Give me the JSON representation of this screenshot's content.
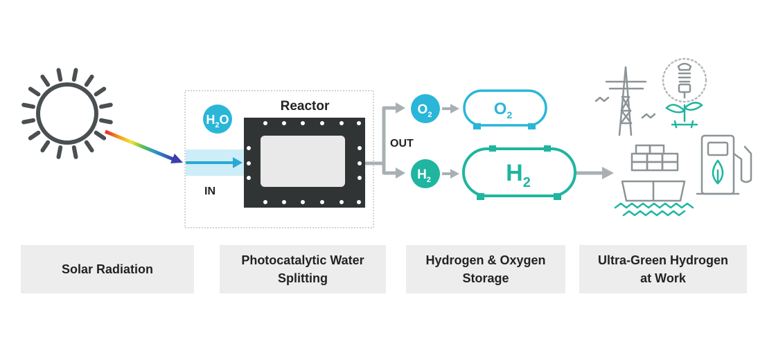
{
  "labels": {
    "reactor": "Reactor",
    "in": "IN",
    "out": "OUT",
    "water_main": "H",
    "water_sub": "2",
    "water_tail": "O",
    "oxygen_main": "O",
    "oxygen_sub": "2",
    "hydrogen_main": "H",
    "hydrogen_sub": "2",
    "o2_tank_main": "O",
    "o2_tank_sub": "2",
    "h2_tank_main": "H",
    "h2_tank_sub": "2"
  },
  "captions": [
    {
      "lines": [
        "Solar Radiation"
      ]
    },
    {
      "lines": [
        "Photocatalytic Water",
        "Splitting"
      ]
    },
    {
      "lines": [
        "Hydrogen & Oxygen",
        "Storage"
      ]
    },
    {
      "lines": [
        "Ultra-Green Hydrogen",
        "at Work"
      ]
    }
  ],
  "icons": {
    "sun": "sun-icon",
    "power_tower": "power-tower-icon",
    "bulb": "lightbulb-icon",
    "ship": "ship-icon",
    "fuel_pump": "fuel-pump-icon"
  },
  "colors": {
    "teal": "#1fb5a0",
    "cyan": "#29b6d9",
    "dark_grey": "#4a4a4a",
    "reactor_black": "#303435",
    "caption_bg": "#ededed",
    "icon_grey": "#8c9396",
    "arrow_grey": "#a9b0b3"
  }
}
